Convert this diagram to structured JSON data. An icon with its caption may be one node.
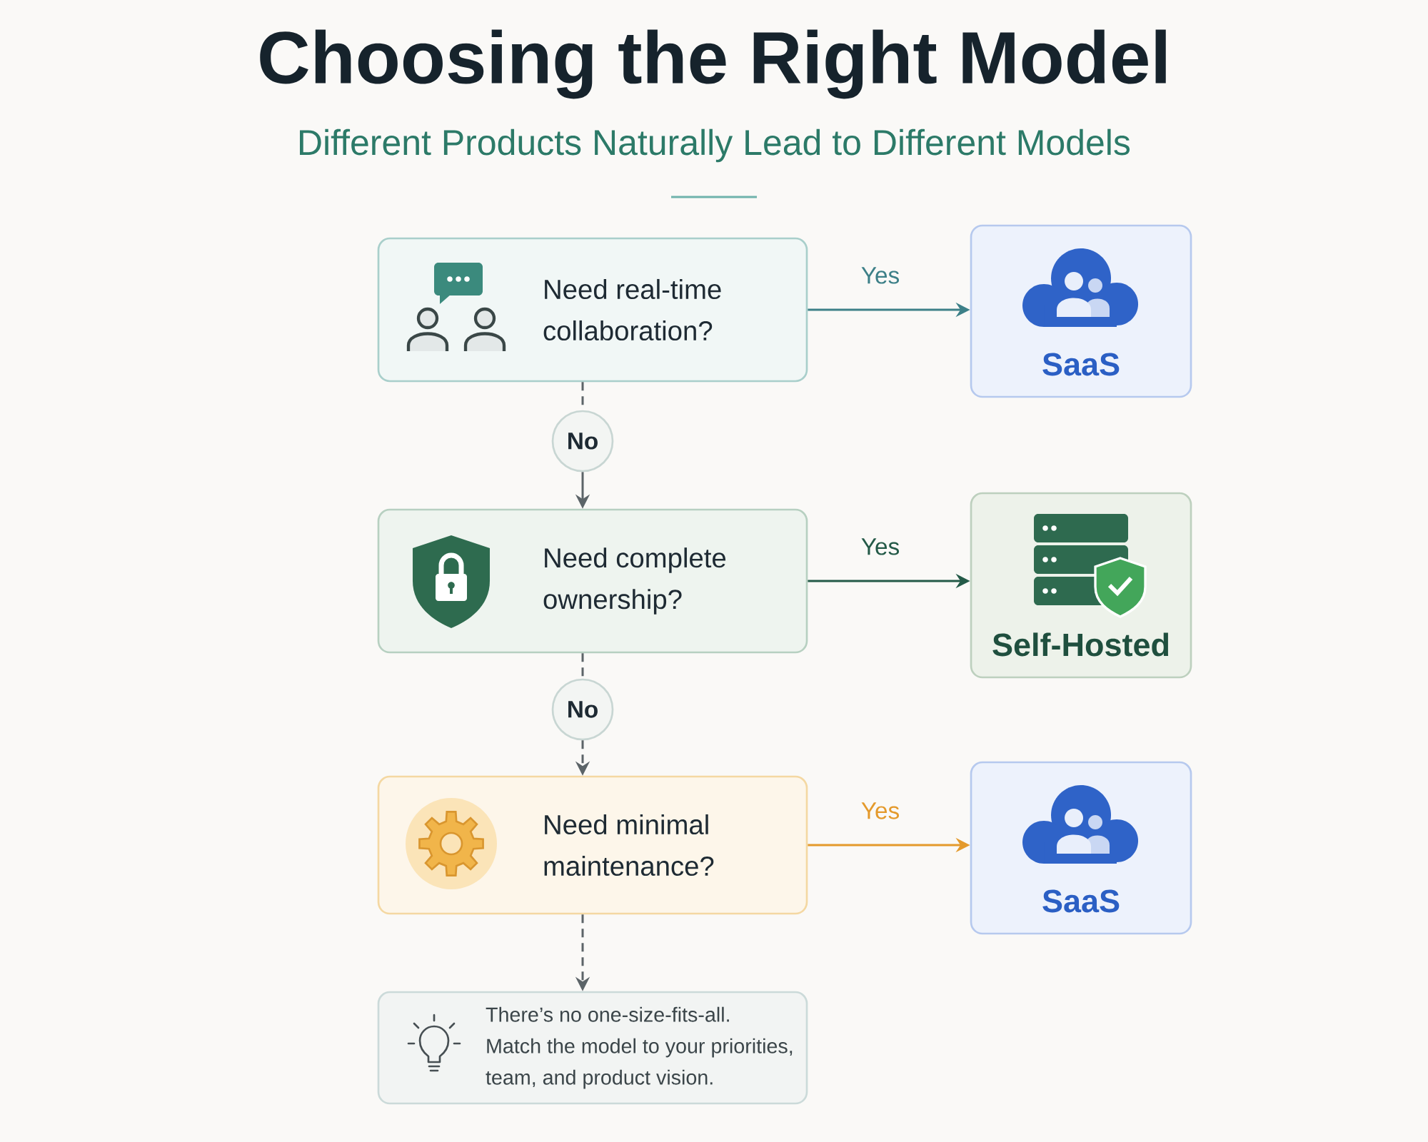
{
  "diagram": {
    "title": "Choosing the Right Model",
    "nodes": [
      {
        "text": [
          "Need real-time collaboration?"
        ]
      },
      {
        "text": [
          "SaaS"
        ]
      },
      {
        "text": [
          "No"
        ]
      },
      {
        "text": [
          "Need complete ownership?"
        ]
      },
      {
        "text": [
          "Self-Hosted"
        ]
      },
      {
        "text": [
          "No"
        ]
      },
      {
        "text": [
          "Need minimal maintenance?"
        ]
      },
      {
        "text": [
          "SaaS"
        ]
      },
      {
        "text": [
          "There’s no one-size-fits-all.",
          "Match the model to your priorities, team, and product vision."
        ]
      }
    ],
    "edges": [
      {
        "from": 0,
        "to": 1,
        "arrow": "to",
        "label": "Yes",
        "color": "#3d8088"
      },
      {
        "from": 0,
        "to": 2,
        "arrow": "none",
        "style": "dashed"
      },
      {
        "from": 2,
        "to": 3,
        "arrow": "to"
      },
      {
        "from": 3,
        "to": 4,
        "arrow": "to",
        "label": "Yes",
        "color": "#245a48"
      },
      {
        "from": 3,
        "to": 5,
        "arrow": "none",
        "style": "dashed"
      },
      {
        "from": 5,
        "to": 6,
        "arrow": "to",
        "style": "dashed"
      },
      {
        "from": 6,
        "to": 7,
        "arrow": "to",
        "label": "Yes",
        "color": "#e49a2c"
      },
      {
        "from": 6,
        "to": 8,
        "arrow": "to",
        "style": "dashed"
      }
    ],
    "labels": [
      "Different Products Naturally Lead to Different Models"
    ]
  }
}
